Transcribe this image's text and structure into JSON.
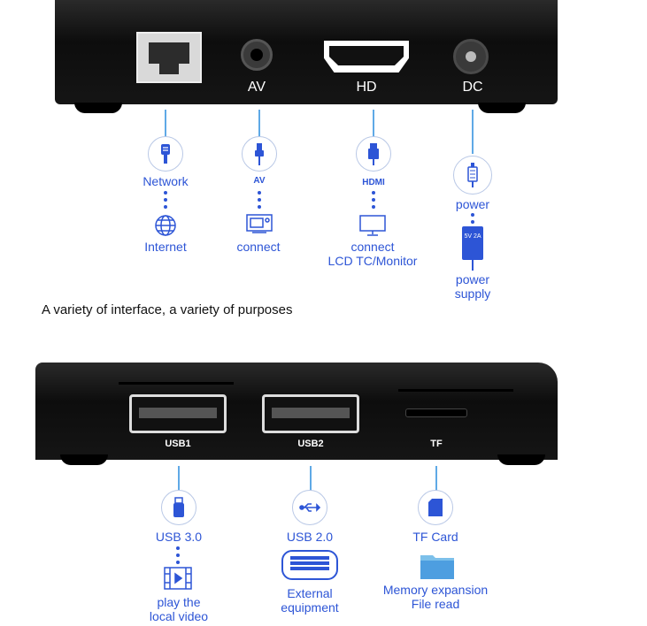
{
  "top_device": {
    "ports": [
      "AV",
      "HD",
      "DC"
    ]
  },
  "top_items": [
    {
      "label": "Network",
      "sub": "Internet"
    },
    {
      "label": "AV",
      "sub": "connect"
    },
    {
      "label": "HDMI",
      "sub_line1": "connect",
      "sub_line2": "LCD TC/Monitor"
    },
    {
      "label": "power",
      "badge": "5V 2A",
      "sub_line1": "power",
      "sub_line2": "supply"
    }
  ],
  "tagline": "A variety of interface, a variety of purposes",
  "bottom_device": {
    "ports": [
      "USB1",
      "USB2",
      "TF"
    ]
  },
  "bottom_items": [
    {
      "label": "USB 3.0",
      "sub_line1": "play the",
      "sub_line2": "local video"
    },
    {
      "label": "USB 2.0",
      "sub_line1": "External",
      "sub_line2": "equipment"
    },
    {
      "label": "TF Card",
      "sub_line1": "Memory expansion",
      "sub_line2": "File read"
    }
  ],
  "colors": {
    "accent": "#2d55d6",
    "line": "#5fa9e6"
  }
}
